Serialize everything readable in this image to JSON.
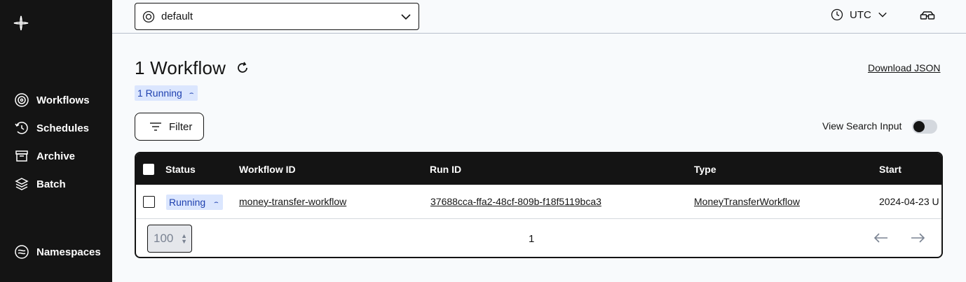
{
  "sidebar": {
    "items": [
      {
        "label": "Workflows",
        "icon": "workflows-icon"
      },
      {
        "label": "Schedules",
        "icon": "schedules-icon"
      },
      {
        "label": "Archive",
        "icon": "archive-icon"
      },
      {
        "label": "Batch",
        "icon": "batch-icon"
      }
    ],
    "namespaces_label": "Namespaces"
  },
  "topbar": {
    "namespace_value": "default",
    "timezone": "UTC"
  },
  "main": {
    "title": "1 Workflow",
    "download_label": "Download JSON",
    "running_chip": "1 Running",
    "filter_label": "Filter",
    "view_search_label": "View Search Input",
    "view_search_enabled": false
  },
  "table": {
    "headers": [
      "Status",
      "Workflow ID",
      "Run ID",
      "Type",
      "Start"
    ],
    "rows": [
      {
        "status": "Running",
        "workflow_id": "money-transfer-workflow",
        "run_id": "37688cca-ffa2-48cf-809b-f18f5119bca3",
        "type": "MoneyTransferWorkflow",
        "start": "2024-04-23 U"
      }
    ],
    "page_size": "100",
    "page": "1"
  },
  "colors": {
    "sidebar_bg": "#141414",
    "chip_bg": "#dbe6fe",
    "chip_text": "#1e40af"
  }
}
